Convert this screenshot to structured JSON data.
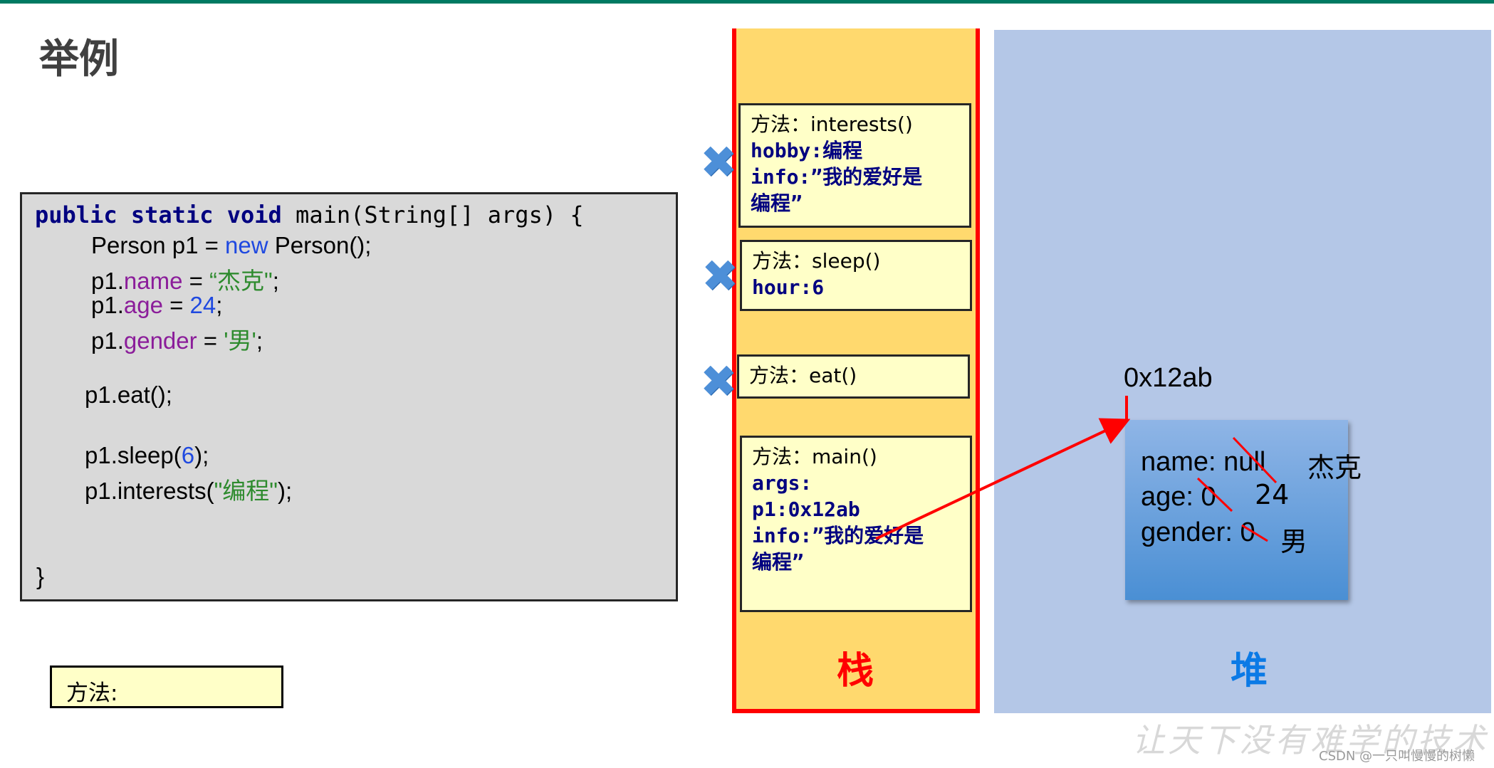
{
  "title": "举例",
  "code": {
    "line1": {
      "k1": "public static void",
      "rest": " main(String[] args) {"
    },
    "line2": {
      "a": "Person p1 = ",
      "new": "new",
      "b": " Person();"
    },
    "line3": {
      "a": "p1.",
      "prop": "name",
      "b": " = ",
      "str": "“杰克\"",
      "c": ";"
    },
    "line4": {
      "a": "p1.",
      "prop": "age",
      "b": " = ",
      "num": "24",
      "c": ";"
    },
    "line5": {
      "a": "p1.",
      "prop": "gender",
      "b": " = ",
      "str": "'男'",
      "c": ";"
    },
    "line6": {
      "a": "p1.eat();"
    },
    "line7": {
      "a": "p1.sleep(",
      "num": "6",
      "b": ");"
    },
    "line8": {
      "a": "p1.interests(",
      "str": "\"编程\"",
      "b": ");"
    },
    "line9": {
      "a": "}"
    }
  },
  "method_box": "方法:",
  "stack": {
    "label": "栈",
    "frames": [
      {
        "header": "方法：interests()",
        "vars": [
          "hobby:编程",
          "info:”我的爱好是",
          "编程”"
        ]
      },
      {
        "header": "方法：sleep()",
        "vars": [
          "hour:6"
        ]
      },
      {
        "header": "方法：eat()",
        "vars": []
      },
      {
        "header": "方法：main()",
        "vars": [
          "",
          "args:",
          "p1:0x12ab",
          "info:”我的爱好是",
          "编程”"
        ]
      }
    ],
    "removed_mark": "✖"
  },
  "heap": {
    "label": "堆",
    "address": "0x12ab",
    "fields": [
      {
        "text": "name: null",
        "new_value": "杰克"
      },
      {
        "text": "age: 0",
        "new_value": "24"
      },
      {
        "text": "gender: 0",
        "new_value": "男"
      }
    ]
  },
  "watermark": "让天下没有难学的技术",
  "credit": "CSDN @一只叫慢慢的树懒",
  "colors": {
    "stack_bg": "#ffd96e",
    "stack_border": "#ff0000",
    "heap_bg": "#b4c7e7",
    "frame_bg": "#ffffc8",
    "object_blue": "#4a8fd4",
    "arrow": "#ff0000",
    "keyword": "#000080"
  }
}
